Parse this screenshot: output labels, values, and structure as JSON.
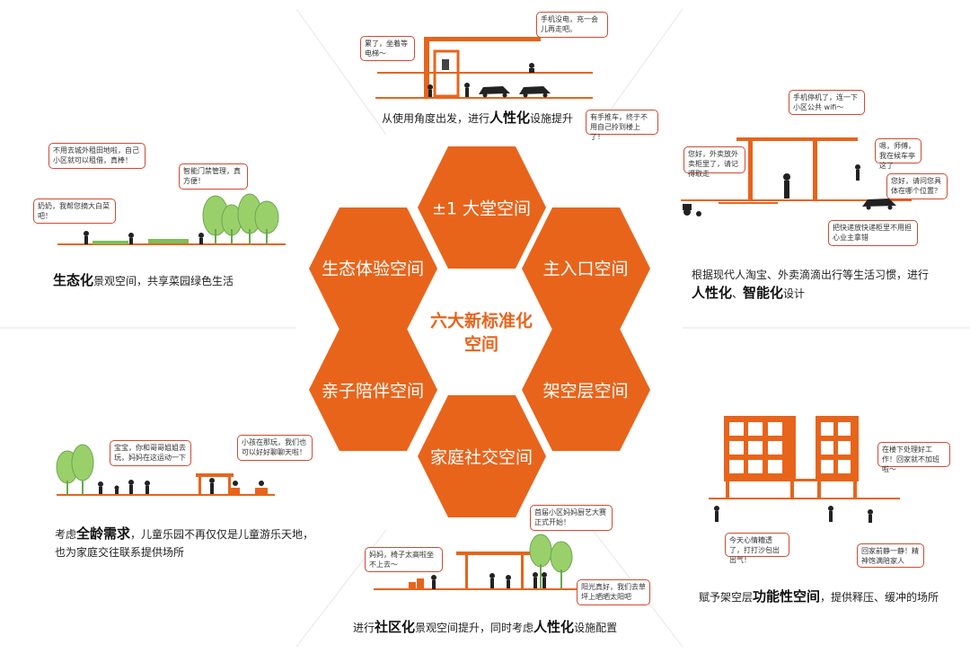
{
  "center": {
    "line1": "六大新标准化",
    "line2": "空间"
  },
  "hexagons": {
    "top": "±1 大堂空间",
    "upper_right": "主入口空间",
    "lower_right": "架空层空间",
    "bottom": "家庭社交空间",
    "lower_left": "亲子陪伴空间",
    "upper_left": "生态体验空间"
  },
  "colors": {
    "hex_fill": "#e8641b",
    "ground_line": "#e8641b",
    "bubble_border": "#d04a30",
    "tree": "#9ad06a"
  },
  "captions": {
    "top": {
      "pre": "从使用角度出发，进行",
      "bold": "人性化",
      "post": "设施提升"
    },
    "upper_left": {
      "bold": "生态化",
      "post": "景观空间，共享菜园绿色生活"
    },
    "upper_right": {
      "line1": "根据现代人淘宝、外卖滴滴出行等生活习惯，进行",
      "bold1": "人性化",
      "sep": "、",
      "bold2": "智能化",
      "post": "设计"
    },
    "lower_left": {
      "pre": "考虑",
      "bold": "全龄需求",
      "post": "，儿童乐园不再仅仅是儿童游乐天地，",
      "line2": "也为家庭交往联系提供场所"
    },
    "lower_right": {
      "pre": "赋予架空层",
      "bold": "功能性空间",
      "post": "，提供释压、缓冲的场所"
    },
    "bottom": {
      "pre": "进行",
      "bold1": "社区化",
      "mid": "景观空间提升，同时考虑",
      "bold2": "人性化",
      "post": "设施配置"
    }
  },
  "bubbles": {
    "top_1": "累了，坐着等电梯～",
    "top_2": "手机没电，充一会儿再走吧。",
    "top_3": "有手推车，终于不用自己拎到楼上了！",
    "ul_1": "不用去城外租田地啦，自己小区就可以租借，真棒！",
    "ul_2": "智能门禁管理，真方便！",
    "ul_3": "奶奶，我帮您摘大白菜吧！",
    "ur_1": "手机停机了，连一下小区公共 wifi～",
    "ur_2": "您好，外卖放外卖柜里了，请记得取走",
    "ur_3": "嗯，师傅，我在候车亭这了",
    "ur_4": "您好，请问您具体在哪个位置？",
    "ur_5": "把快递放快递柜里不用担心业主拿错",
    "ll_1": "宝宝，你和哥哥姐姐去玩，妈妈在这运动一下",
    "ll_2": "小孩在那玩，我们也可以好好聊聊天啦！",
    "lr_1": "在楼下处理好工作！回家就不加班啦～",
    "lr_2": "今天心情糟透了，打打沙包出出气！",
    "lr_3": "回家前静一静！精神饱满陪家人",
    "b_1": "首届小区妈妈厨艺大赛正式开始！",
    "b_2": "妈妈，椅子太高啦坐不上去～",
    "b_3": "阳光真好，我们去草坪上晒晒太阳吧"
  }
}
